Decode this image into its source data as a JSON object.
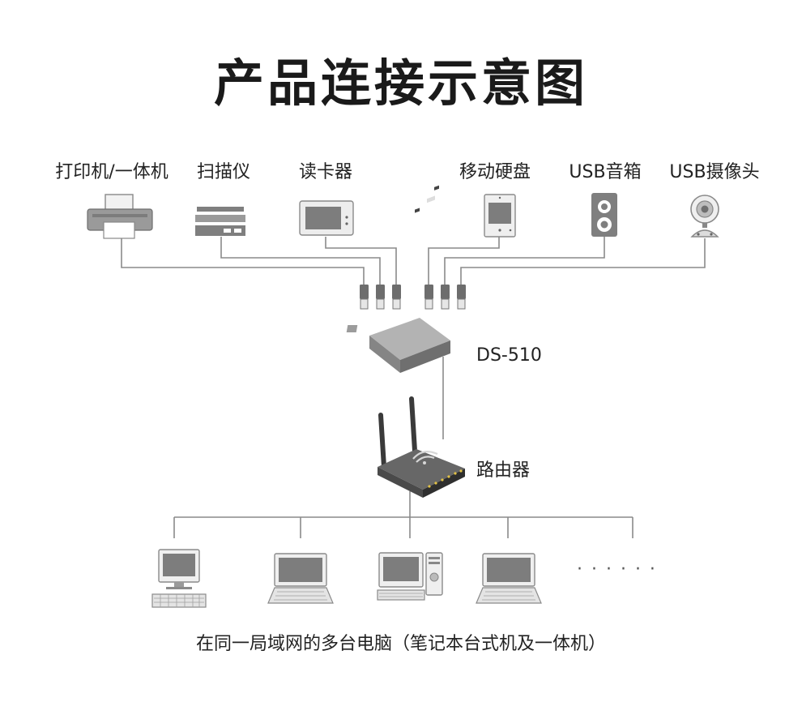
{
  "title": "产品连接示意图",
  "devices": {
    "printer": "打印机/一体机",
    "scanner": "扫描仪",
    "card_reader": "读卡器",
    "hard_drive": "移动硬盘",
    "speaker": "USB音箱",
    "webcam": "USB摄像头"
  },
  "server_label": "DS-510",
  "router_label": "路由器",
  "ellipsis": "· · · · · ·",
  "caption": "在同一局域网的多台电脑（笔记本台式机及一体机）"
}
